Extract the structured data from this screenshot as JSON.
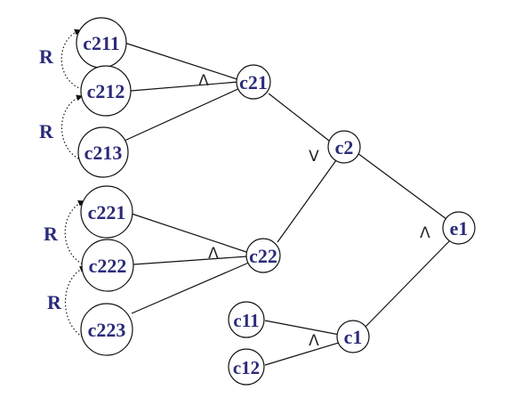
{
  "nodes": {
    "c211": "c211",
    "c212": "c212",
    "c213": "c213",
    "c21": "c21",
    "c221": "c221",
    "c222": "c222",
    "c223": "c223",
    "c22": "c22",
    "c2": "c2",
    "c11": "c11",
    "c12": "c12",
    "c1": "c1",
    "e1": "e1"
  },
  "operators": {
    "c21": "Λ",
    "c2": "V",
    "c22": "Λ",
    "c1": "Λ",
    "e1": "Λ"
  },
  "relations": {
    "r1": "R",
    "r2": "R",
    "r3": "R",
    "r4": "R"
  },
  "colors": {
    "label": "#2b2b7a",
    "line": "#111111"
  }
}
